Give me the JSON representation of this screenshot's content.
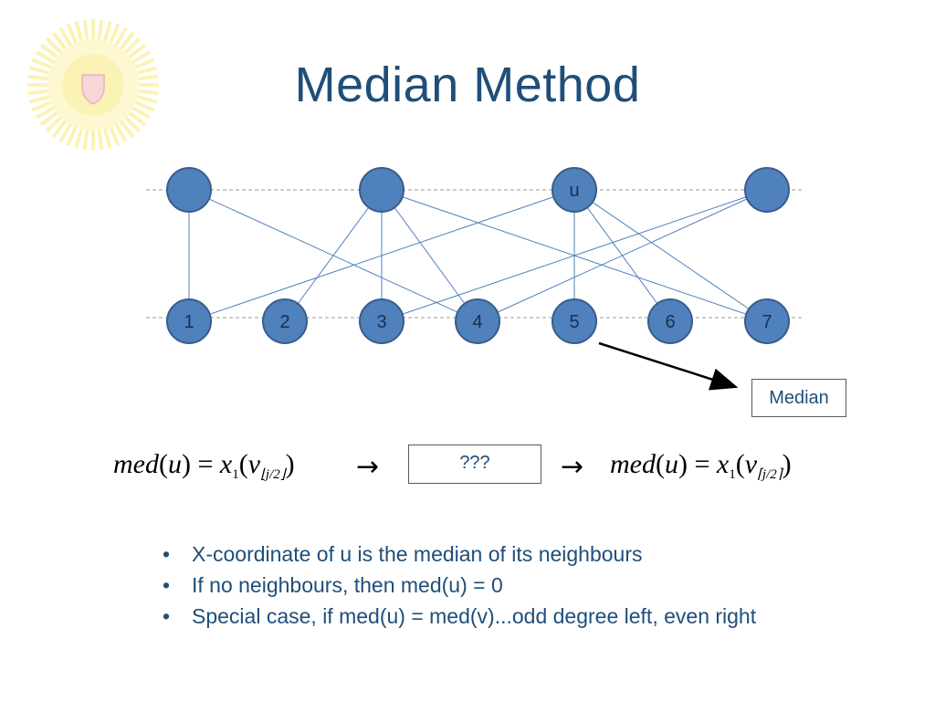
{
  "title": "Median Method",
  "graph": {
    "top_nodes": [
      "",
      "",
      "u",
      ""
    ],
    "bottom_nodes": [
      "1",
      "2",
      "3",
      "4",
      "5",
      "6",
      "7"
    ],
    "edges": [
      [
        0,
        0
      ],
      [
        0,
        3
      ],
      [
        1,
        1
      ],
      [
        1,
        2
      ],
      [
        1,
        3
      ],
      [
        1,
        6
      ],
      [
        2,
        0
      ],
      [
        2,
        4
      ],
      [
        2,
        5
      ],
      [
        2,
        6
      ],
      [
        3,
        2
      ],
      [
        3,
        3
      ]
    ]
  },
  "median_label": "Median",
  "unknown_label": "???",
  "formula_left": {
    "lhs": "med",
    "var": "u",
    "x": "x",
    "x_sub": "1",
    "v": "v",
    "idx": "⌊j/2⌋"
  },
  "formula_right": {
    "lhs": "med",
    "var": "u",
    "x": "x",
    "x_sub": "1",
    "v": "v",
    "idx": "⌈j/2⌉"
  },
  "bullets": [
    "X-coordinate of u is the median of its neighbours",
    "If no neighbours, then med(u) = 0",
    "Special case, if med(u) = med(v)...odd degree left, even right"
  ],
  "colors": {
    "title": "#1f4e79",
    "node_fill": "#4f81bd",
    "node_stroke": "#385d8a",
    "edge": "#4f81bd",
    "seal": "#fbf3b5"
  }
}
